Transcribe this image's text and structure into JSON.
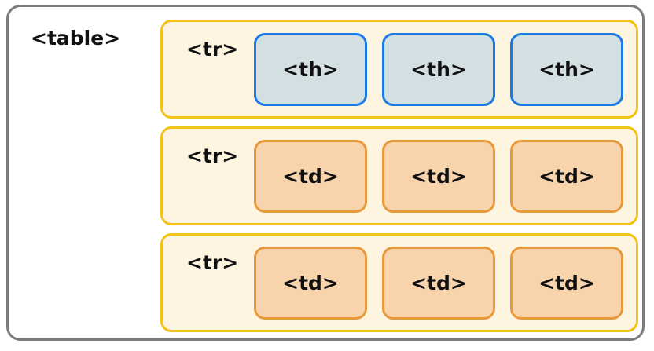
{
  "table": {
    "label": "<table>"
  },
  "rows": [
    {
      "label": "<tr>",
      "cells": [
        "<th>",
        "<th>",
        "<th>"
      ]
    },
    {
      "label": "<tr>",
      "cells": [
        "<td>",
        "<td>",
        "<td>"
      ]
    },
    {
      "label": "<tr>",
      "cells": [
        "<td>",
        "<td>",
        "<td>"
      ]
    }
  ],
  "colors": {
    "table_border": "#7b7b7b",
    "row_border": "#f5c21a",
    "row_fill": "#fdf5e0",
    "th_border": "#1a7ae8",
    "th_fill": "#d3dfe1",
    "td_border": "#e89a3a",
    "td_fill": "#f8d4ad"
  }
}
